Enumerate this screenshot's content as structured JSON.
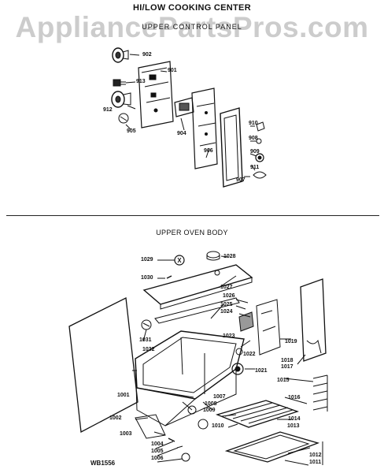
{
  "titles": {
    "main": "HI/LOW COOKING CENTER",
    "watermark": "AppliancePartsPros.com",
    "sub_upper": "UPPER CONTROL PANEL",
    "section2": "UPPER OVEN BODY",
    "ref": "WB1556"
  },
  "labels": {
    "p902": "902",
    "p901": "901",
    "p913": "913",
    "p912": "912",
    "p905": "905",
    "p904": "904",
    "p906": "906",
    "p910": "910",
    "p908": "908",
    "p909": "909",
    "p911": "911",
    "p907": "907",
    "p1028": "1028",
    "p1029": "1029",
    "p1030": "1030",
    "p1027": "1027",
    "p1026": "1026",
    "p1025": "1025",
    "p1024": "1024",
    "p1023": "1023",
    "p1031": "1031",
    "p1032": "1032",
    "p1022": "1022",
    "p1021": "1021",
    "p1019": "1019",
    "p1018": "1018",
    "p1017": "1017",
    "p1015": "1015",
    "p1016": "1016",
    "p1001": "1001",
    "p1007": "1007",
    "p1008": "1008",
    "p1009": "1009",
    "p1010": "1010",
    "p1002": "1002",
    "p1003": "1003",
    "p1004": "1004",
    "p1005": "1005",
    "p1006": "1006",
    "p1014": "1014",
    "p1013": "1013",
    "p1012": "1012",
    "p1011": "1011"
  }
}
